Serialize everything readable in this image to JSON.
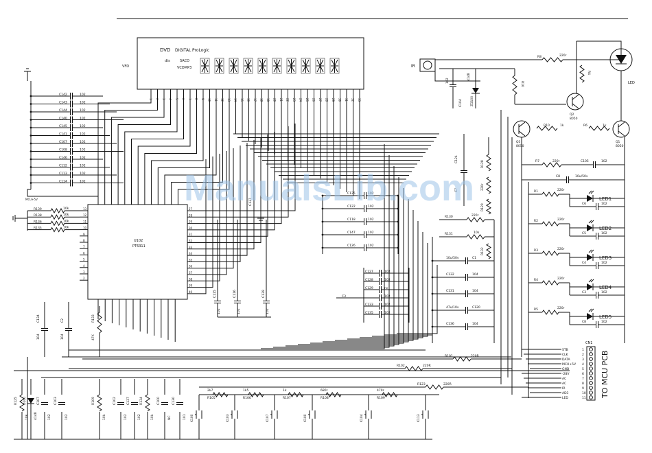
{
  "vfd": {
    "label": "VFD",
    "header": [
      "DVD",
      "DIGITAL",
      "ProLogic"
    ],
    "row2": [
      "SACD",
      "VCDMP3"
    ],
    "dts": "dts",
    "pins": [
      "1",
      "2",
      "3",
      "4",
      "5",
      "6",
      "7",
      "8",
      "9",
      "10",
      "11",
      "12",
      "13",
      "14",
      "15",
      "16",
      "17",
      "18",
      "19",
      "20",
      "21",
      "22",
      "23",
      "24",
      "25",
      "26",
      "27",
      "28",
      "29",
      "30",
      "31",
      "32",
      "33"
    ]
  },
  "ic": {
    "name": "U102",
    "part": "PT6311",
    "left_pins": [
      "13",
      "12",
      "11",
      "10",
      "9",
      "8",
      "7",
      "6",
      "5",
      "4",
      "3",
      "2"
    ],
    "right_pins": [
      "27",
      "28",
      "29",
      "30",
      "31",
      "32",
      "33",
      "34",
      "35",
      "36",
      "37",
      "38",
      "39",
      "40"
    ]
  },
  "left_caps": [
    {
      "ref": "C142",
      "val": "102"
    },
    {
      "ref": "C143",
      "val": "102"
    },
    {
      "ref": "C144",
      "val": "102"
    },
    {
      "ref": "C140",
      "val": "102"
    },
    {
      "ref": "C145",
      "val": "102"
    },
    {
      "ref": "C141",
      "val": "102"
    },
    {
      "ref": "C107",
      "val": "102"
    },
    {
      "ref": "C108",
      "val": "102"
    },
    {
      "ref": "C146",
      "val": "102"
    },
    {
      "ref": "C112",
      "val": "102"
    },
    {
      "ref": "C113",
      "val": "102"
    },
    {
      "ref": "C114",
      "val": "102"
    }
  ],
  "left_res": [
    {
      "ref": "R139",
      "val": "10k"
    },
    {
      "ref": "R138",
      "val": "10k"
    },
    {
      "ref": "R136",
      "val": "10k"
    },
    {
      "ref": "R135",
      "val": "10k"
    }
  ],
  "mid_caps": [
    {
      "ref": "C135",
      "val": "102"
    },
    {
      "ref": "C122",
      "val": "102"
    },
    {
      "ref": "C118",
      "val": "102"
    },
    {
      "ref": "C147",
      "val": "102"
    },
    {
      "ref": "C126",
      "val": "102"
    }
  ],
  "small_caps": [
    {
      "ref": "C127",
      "val": "102"
    },
    {
      "ref": "C128",
      "val": "102"
    },
    {
      "ref": "C129",
      "val": "nc"
    },
    {
      "ref": "C3",
      "val": "102"
    },
    {
      "ref": "C133",
      "val": "102"
    },
    {
      "ref": "C135",
      "val": "102"
    }
  ],
  "mcu_vcc": "MCU+5V",
  "right_res": [
    {
      "ref": "R130",
      "val": "220r"
    },
    {
      "ref": "R131",
      "val": "10k"
    }
  ],
  "right_caps": [
    {
      "ref": "C1",
      "val": "10u/50v"
    },
    {
      "ref": "C132",
      "val": "104"
    },
    {
      "ref": "C131",
      "val": "104"
    },
    {
      "ref": "C120",
      "val": "47u/10v"
    },
    {
      "ref": "C136",
      "val": "104"
    }
  ],
  "transistors": [
    {
      "ref": "Q2",
      "part": "8050"
    },
    {
      "ref": "Q3",
      "part": "8050"
    },
    {
      "ref": "Q1",
      "part": "8050"
    }
  ],
  "ir": "IR",
  "led_labels": [
    "LED1",
    "LED2",
    "LED3",
    "LED4",
    "LED5"
  ],
  "led_res": [
    {
      "ref": "R1",
      "val": "220r"
    },
    {
      "ref": "R2",
      "val": "220r"
    },
    {
      "ref": "R3",
      "val": "220r"
    },
    {
      "ref": "R4",
      "val": "220r"
    },
    {
      "ref": "R5",
      "val": "220r"
    }
  ],
  "led_caps": [
    {
      "ref": "C6",
      "val": "102"
    },
    {
      "ref": "C5",
      "val": "102"
    },
    {
      "ref": "C4",
      "val": "102"
    },
    {
      "ref": "C3",
      "val": "102"
    },
    {
      "ref": "C8",
      "val": "102"
    }
  ],
  "top_right": {
    "r8": "R8",
    "r8v": "220r",
    "r6": "R6",
    "r6v": "1k",
    "r7": "R7",
    "r7v": "220r",
    "c105": "C105",
    "c105v": "102",
    "c8": "C8",
    "c8v": "10u/50v",
    "led": "LED"
  },
  "connector": {
    "ref": "CN1",
    "title": "TO MCU PCB",
    "pins": [
      {
        "n": "1",
        "sig": "STB"
      },
      {
        "n": "2",
        "sig": "CLK"
      },
      {
        "n": "3",
        "sig": "DATA"
      },
      {
        "n": "4",
        "sig": "MCU+5V"
      },
      {
        "n": "5",
        "sig": "GND"
      },
      {
        "n": "6",
        "sig": "-28V"
      },
      {
        "n": "7",
        "sig": "AC"
      },
      {
        "n": "8",
        "sig": "AC"
      },
      {
        "n": "9",
        "sig": "IR"
      },
      {
        "n": "10",
        "sig": "AD3"
      },
      {
        "n": "11",
        "sig": "LED"
      }
    ]
  },
  "bottom_res": [
    {
      "ref": "R101",
      "val": "220R"
    },
    {
      "ref": "R102",
      "val": "220R"
    },
    {
      "ref": "R123",
      "val": "220R"
    }
  ],
  "bottom_left": [
    {
      "ref": "R125",
      "val": "10k"
    },
    {
      "ref": "D100",
      "val": "4148"
    },
    {
      "ref": "C107",
      "val": "102"
    },
    {
      "ref": "C103",
      "val": "102"
    },
    {
      "ref": "R109",
      "val": "10k"
    },
    {
      "ref": "C102",
      "val": "102"
    },
    {
      "ref": "C137",
      "val": "102"
    },
    {
      "ref": "R134",
      "val": "10k"
    },
    {
      "ref": "C100",
      "val": "NC"
    },
    {
      "ref": "C130",
      "val": "101"
    }
  ],
  "keys": [
    {
      "ref": "K100",
      "res": "R105",
      "val": "2k7"
    },
    {
      "ref": "K103",
      "res": "R106",
      "val": "1k5"
    },
    {
      "ref": "K107",
      "res": "R107",
      "val": "1k"
    },
    {
      "ref": "K100",
      "res": "R108",
      "val": "680r"
    },
    {
      "ref": "K104",
      "res": "R109",
      "val": "470r"
    },
    {
      "ref": "K113",
      "res": "",
      "val": ""
    }
  ],
  "watermark": "ManualsLib.com"
}
